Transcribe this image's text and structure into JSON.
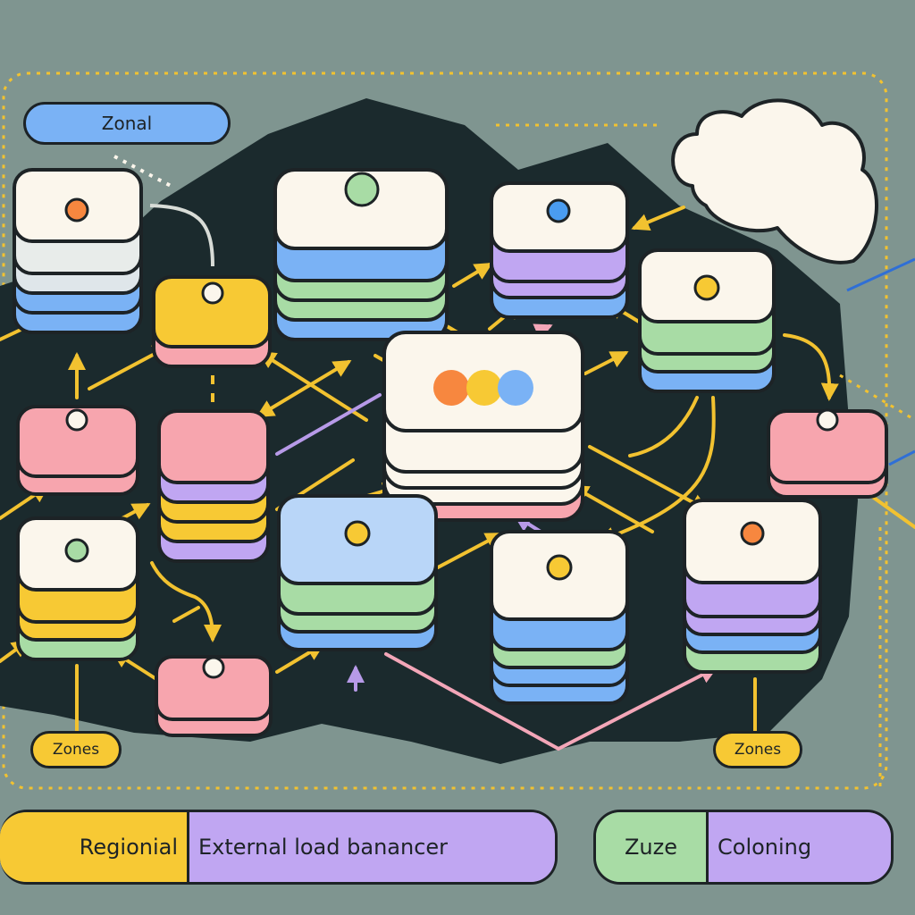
{
  "labels": {
    "zonal": "Zonal",
    "zones_left": "Zones",
    "zones_right": "Zones"
  },
  "legend": {
    "regional": "Regionial",
    "external_lb": "External load banancer",
    "zuze": "Zuze",
    "coloning": "Coloning"
  },
  "colors": {
    "background": "#7f9590",
    "region": "#1b2a2d",
    "outline": "#1d2326",
    "yellow": "#f7c934",
    "blue": "#7ab2f5",
    "green": "#a8dca5",
    "purple": "#c0a6f2",
    "pink": "#f7a5ae",
    "white": "#fbf6ec",
    "arrow": "#f2c230",
    "arrow_pink": "#f3a6b8",
    "arrow_purple": "#b79ae8",
    "cloud_line": "#2f6fd6"
  }
}
